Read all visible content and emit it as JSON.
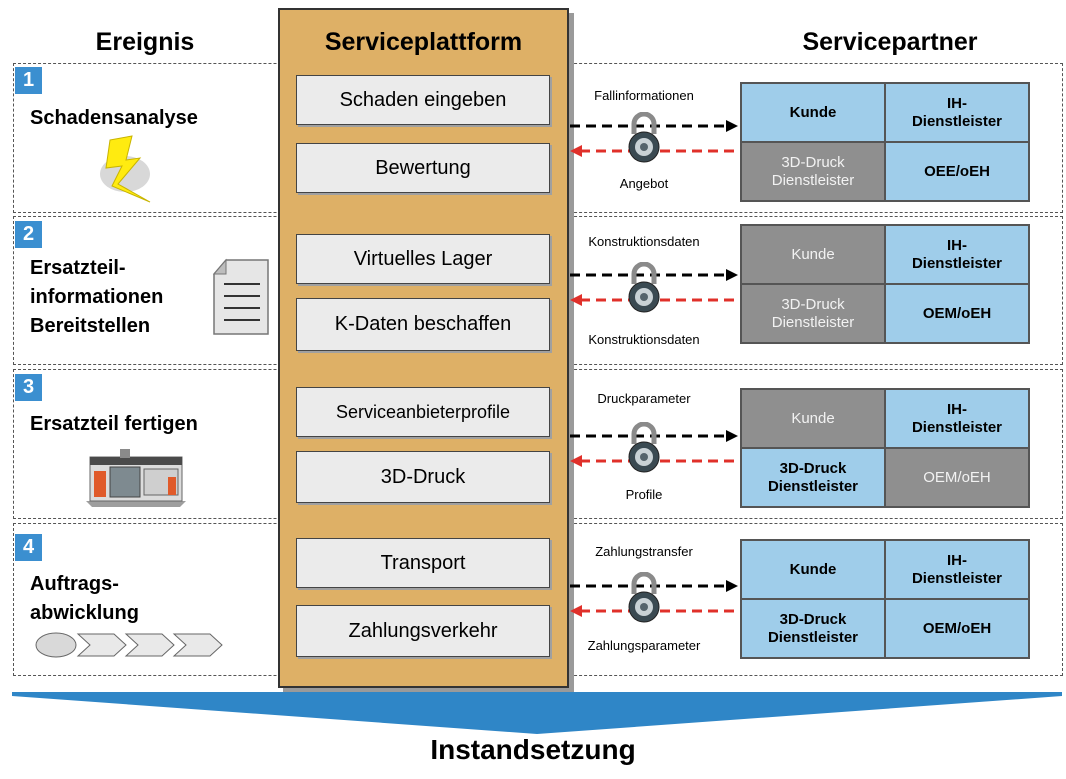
{
  "headers": {
    "event": "Ereignis",
    "platform": "Serviceplattform",
    "partner": "Servicepartner"
  },
  "lanes": [
    {
      "number": "1",
      "event": "Schadensanalyse",
      "platform_items": [
        "Schaden eingeben",
        "Bewertung"
      ],
      "top_label": "Fallinformationen",
      "bottom_label": "Angebot",
      "partners": [
        {
          "text": "Kunde",
          "style": "blue"
        },
        {
          "text": "IH-\nDienstleister",
          "style": "blue"
        },
        {
          "text": "3D-Druck\nDienstleister",
          "style": "gray"
        },
        {
          "text": "OEE/oEH",
          "style": "blue"
        }
      ]
    },
    {
      "number": "2",
      "event": "Ersatzteil-\ninformationen\nBereitstellen",
      "platform_items": [
        "Virtuelles Lager",
        "K-Daten beschaffen"
      ],
      "top_label": "Konstruktionsdaten",
      "bottom_label": "Konstruktionsdaten",
      "partners": [
        {
          "text": "Kunde",
          "style": "gray"
        },
        {
          "text": "IH-\nDienstleister",
          "style": "blue"
        },
        {
          "text": "3D-Druck\nDienstleister",
          "style": "gray"
        },
        {
          "text": "OEM/oEH",
          "style": "blue"
        }
      ]
    },
    {
      "number": "3",
      "event": "Ersatzteil fertigen",
      "platform_items": [
        "Serviceanbieterprofile",
        "3D-Druck"
      ],
      "top_label": "Druckparameter",
      "bottom_label": "Profile",
      "partners": [
        {
          "text": "Kunde",
          "style": "gray"
        },
        {
          "text": "IH-\nDienstleister",
          "style": "blue"
        },
        {
          "text": "3D-Druck\nDienstleister",
          "style": "blue"
        },
        {
          "text": "OEM/oEH",
          "style": "gray"
        }
      ]
    },
    {
      "number": "4",
      "event": "Auftrags-\nabwicklung",
      "platform_items": [
        "Transport",
        "Zahlungsverkehr"
      ],
      "top_label": "Zahlungstransfer",
      "bottom_label": "Zahlungsparameter",
      "partners": [
        {
          "text": "Kunde",
          "style": "blue"
        },
        {
          "text": "IH-\nDienstleister",
          "style": "blue"
        },
        {
          "text": "3D-Druck\nDienstleister",
          "style": "blue"
        },
        {
          "text": "OEM/oEH",
          "style": "blue"
        }
      ]
    }
  ],
  "footer": "Instandsetzung",
  "colors": {
    "platform": "#deb066",
    "blue_cell": "#9fcdea",
    "gray_cell": "#8f8f8f",
    "number_box": "#3b8fd0",
    "bottom_arrow": "#2f86c7",
    "red_arrow": "#e0302a"
  }
}
